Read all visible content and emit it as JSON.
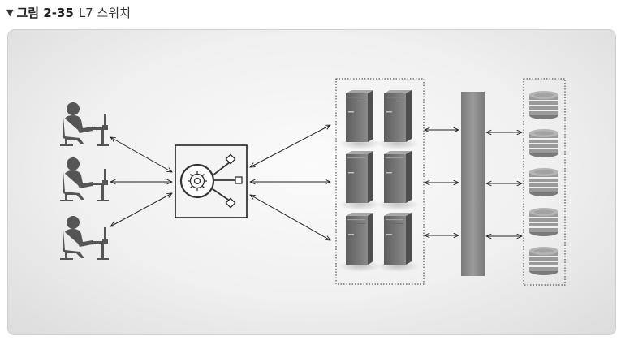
{
  "figure": {
    "label": "그림 2-35",
    "title": "L7 스위치"
  },
  "icons": {
    "marker": "triangle-down-icon",
    "user": "user-at-desk-icon",
    "switch": "l7-switch-gear-icon",
    "server": "tower-server-icon",
    "bus": "backbone-bus",
    "database": "database-icon"
  },
  "colors": {
    "panel_bg": "#f1f1f1",
    "server": "#777777",
    "bus": "#8a8a8a",
    "db": "#9a9a9a",
    "line": "#222222"
  }
}
